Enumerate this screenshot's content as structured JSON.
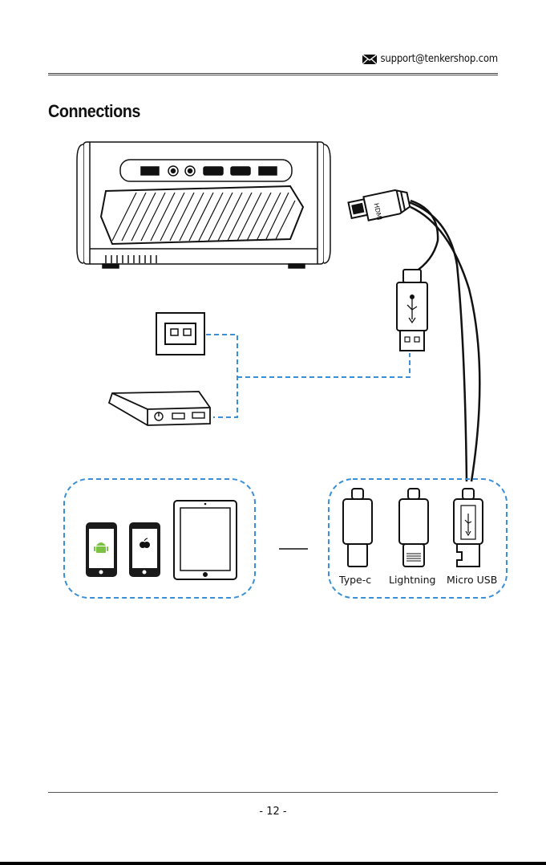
{
  "header": {
    "email": "support@tenkershop.com",
    "email_icon": "envelope-icon"
  },
  "page": {
    "title": "Connections",
    "page_number": "- 12 -"
  },
  "adapters": {
    "type_c": "Type-c",
    "lightning": "Lightning",
    "micro_usb": "Micro USB"
  },
  "cable": {
    "hdmi_text": "HDMI"
  },
  "colors": {
    "dashed_line": "#3a8fd6",
    "android": "#7cc242",
    "device_body": "#1a1a1a"
  }
}
